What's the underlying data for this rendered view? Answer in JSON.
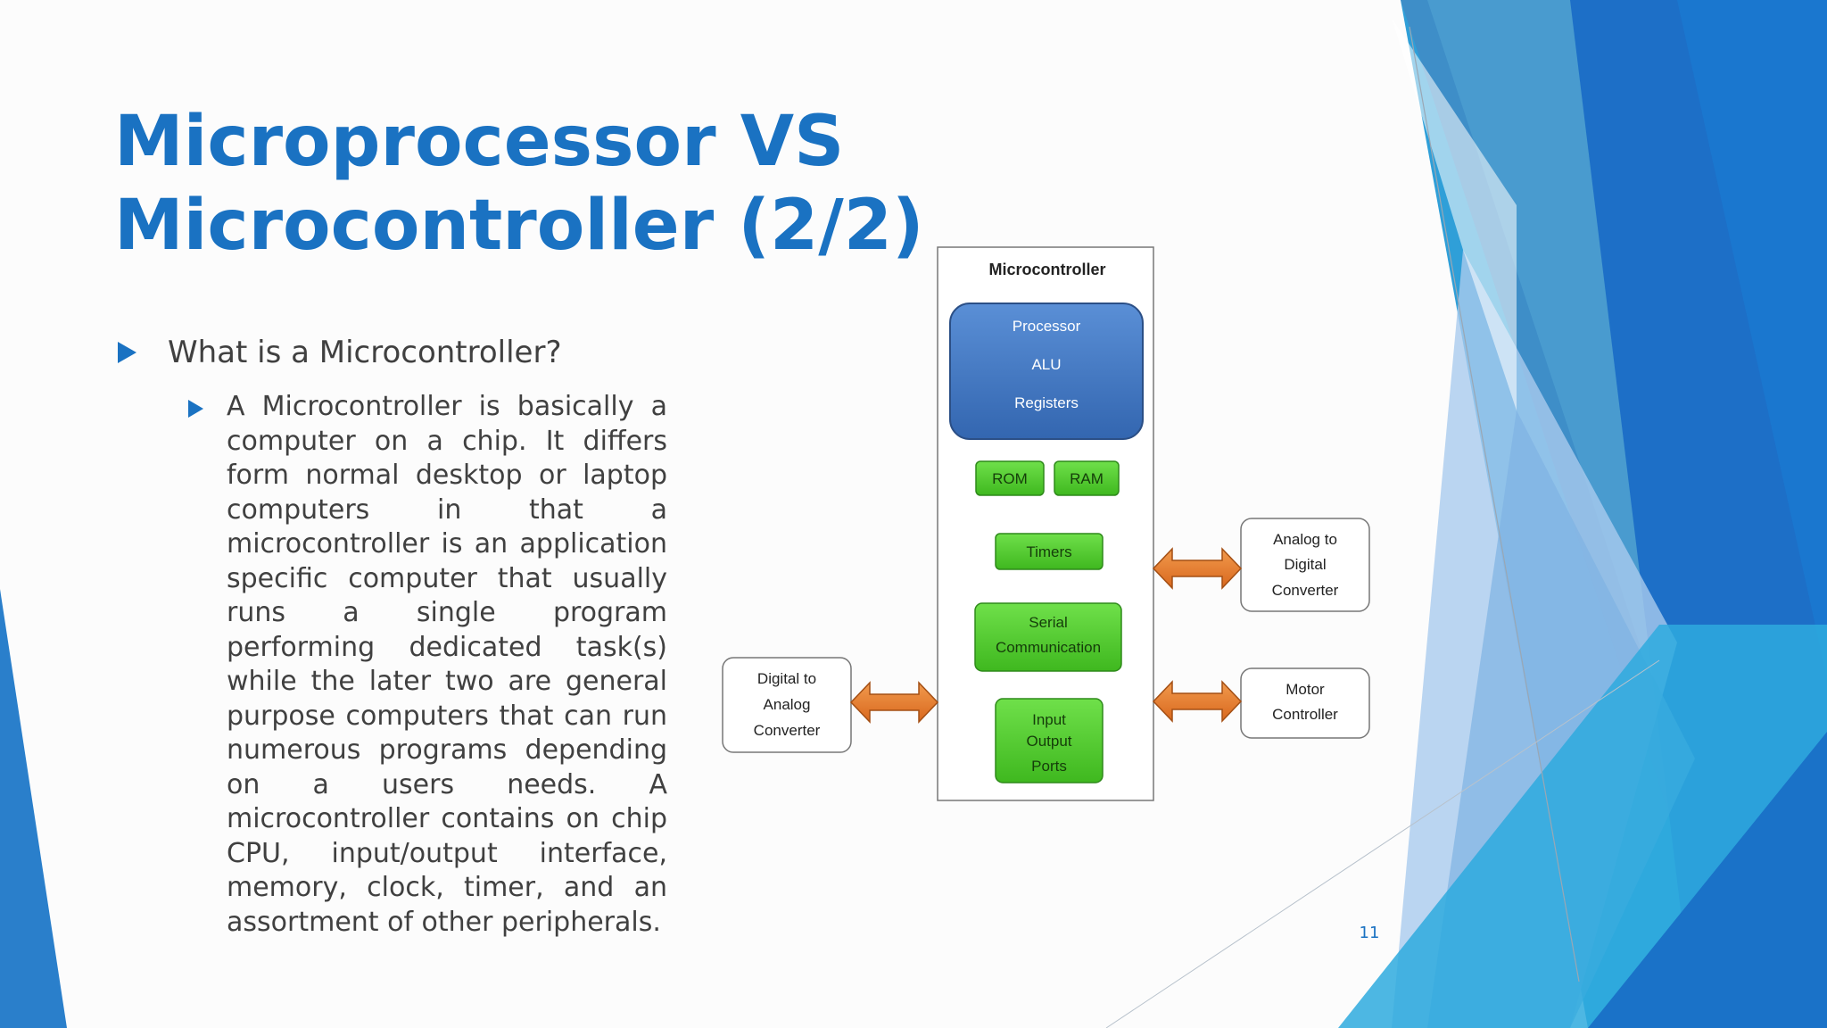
{
  "slide": {
    "title": "Microprocessor VS Microcontroller (2/2)",
    "bullet": "What is a Microcontroller?",
    "sub_bullet": "A Microcontroller is basically a computer on a chip. It differs form normal desktop or laptop computers in that a microcontroller is an application specific computer that usually runs a single program performing dedicated task(s) while the later two are general purpose computers that can run numerous programs depending on a users needs. A microcontroller contains on chip CPU, input/output interface, memory, clock, timer, and an assortment of other peripherals.",
    "page_number": "11"
  },
  "diagram": {
    "mc_title": "Microcontroller",
    "processor": [
      "Processor",
      "ALU",
      "Registers"
    ],
    "rom": "ROM",
    "ram": "RAM",
    "timers": "Timers",
    "serial": [
      "Serial",
      "Communication"
    ],
    "io": [
      "Input",
      "Output",
      "Ports"
    ],
    "adc": [
      "Analog to",
      "Digital",
      "Converter"
    ],
    "motor": [
      "Motor",
      "Controller"
    ],
    "dac": [
      "Digital to",
      "Analog",
      "Converter"
    ]
  },
  "colors": {
    "accent": "#1a72c2",
    "processor_block": "#3f74be",
    "green_block": "#4bc92b",
    "arrow": "#e07a2e"
  }
}
